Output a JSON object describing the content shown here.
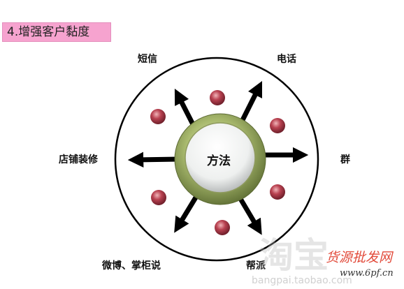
{
  "title": "4.增强客户黏度",
  "center": {
    "label": "方法"
  },
  "methods": {
    "top_left": "短信",
    "top_right": "电话",
    "left": "店铺装修",
    "right": "群",
    "bottom_left": "微博、掌柜说",
    "bottom_right": "帮派"
  },
  "watermarks": {
    "big": "淘宝",
    "domain": "bangpai.taobao.com",
    "brand": "货源批发网",
    "site": "www.6pf.cn"
  },
  "colors": {
    "title_bg": "#f6a3cf",
    "ring_green": "#9aab63",
    "dot_red": "#b03a48"
  }
}
